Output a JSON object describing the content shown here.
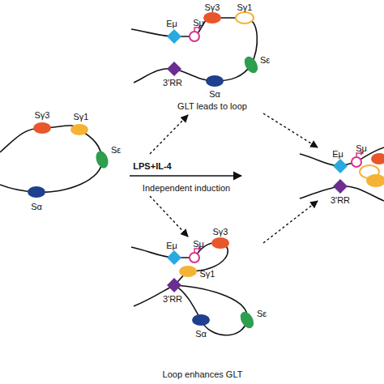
{
  "diagram": {
    "nodes": [
      {
        "text": [
          "Sγ3"
        ]
      },
      {
        "text": [
          "Sγ1"
        ]
      },
      {
        "text": [
          "Sε"
        ]
      },
      {
        "text": [
          "Sα"
        ]
      },
      {
        "text": [
          "Eμ"
        ]
      },
      {
        "text": [
          "Sμ"
        ]
      },
      {
        "text": [
          "Sγ3"
        ]
      },
      {
        "text": [
          "Sγ1"
        ]
      },
      {
        "text": [
          "Sε"
        ]
      },
      {
        "text": [
          "Sα"
        ]
      },
      {
        "text": [
          "3'RR"
        ]
      },
      {
        "text": [
          "Eμ"
        ]
      },
      {
        "text": [
          "Sμ"
        ]
      },
      {
        "text": [
          "Sγ3"
        ]
      },
      {
        "text": [
          "Sγ1"
        ]
      },
      {
        "text": [
          "3'RR"
        ]
      },
      {
        "text": [
          "Sα"
        ]
      },
      {
        "text": [
          "Sε"
        ]
      },
      {
        "text": [
          "Eμ"
        ]
      },
      {
        "text": [
          "Sμ"
        ]
      },
      {
        "text": [
          "3'RR"
        ]
      }
    ],
    "labels": [
      "LPS+IL-4",
      "Independent induction",
      "GLT leads to loop",
      "Loop enhances GLT"
    ]
  }
}
